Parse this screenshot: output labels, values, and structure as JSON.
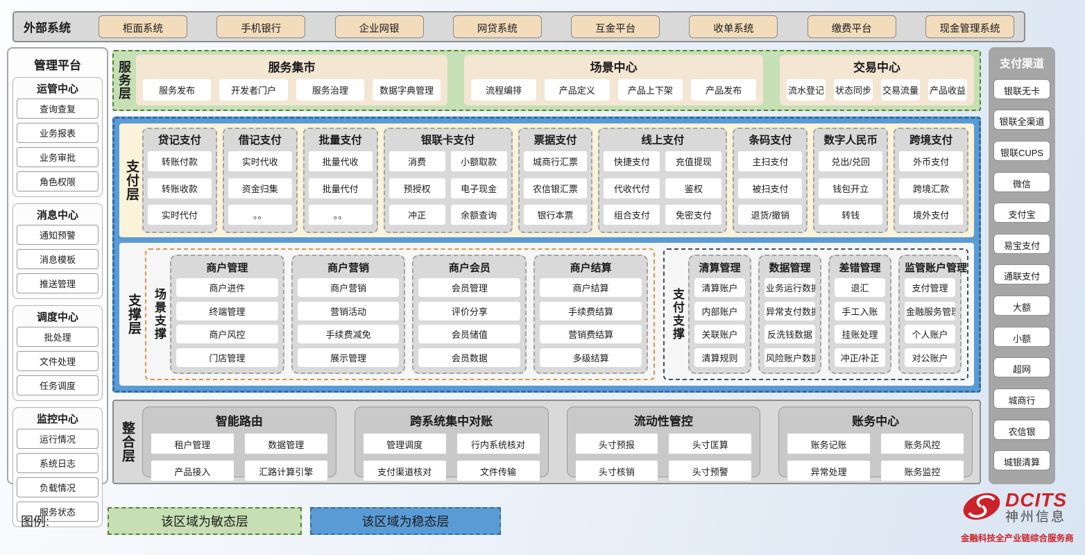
{
  "external": {
    "label": "外部系统",
    "systems": [
      "柜面系统",
      "手机银行",
      "企业网银",
      "网贷系统",
      "互金平台",
      "收单系统",
      "缴费平台",
      "现金管理系统"
    ]
  },
  "management": {
    "title": "管理平台",
    "sections": [
      {
        "title": "运管中心",
        "items": [
          "查询查复",
          "业务报表",
          "业务审批",
          "角色权限"
        ]
      },
      {
        "title": "消息中心",
        "items": [
          "通知预警",
          "消息模板",
          "推送管理"
        ]
      },
      {
        "title": "调度中心",
        "items": [
          "批处理",
          "文件处理",
          "任务调度"
        ]
      },
      {
        "title": "监控中心",
        "items": [
          "运行情况",
          "系统日志",
          "负载情况",
          "服务状态"
        ]
      }
    ]
  },
  "service_layer": {
    "label": "服务层",
    "panels": [
      {
        "title": "服务集市",
        "items": [
          "服务发布",
          "开发者门户",
          "服务治理",
          "数据字典管理"
        ]
      },
      {
        "title": "场景中心",
        "items": [
          "流程编排",
          "产品定义",
          "产品上下架",
          "产品发布"
        ]
      },
      {
        "title": "交易中心",
        "items": [
          "流水登记",
          "状态同步",
          "交易流量",
          "产品收益"
        ]
      }
    ]
  },
  "payment_layer": {
    "label": "支付层",
    "columns": [
      {
        "title": "贷记支付",
        "items": [
          "转账付款",
          "转账收款",
          "实时代付"
        ]
      },
      {
        "title": "借记支付",
        "items": [
          "实时代收",
          "资金归集",
          "。。"
        ]
      },
      {
        "title": "批量支付",
        "items": [
          "批量代收",
          "批量代付",
          "。。"
        ]
      },
      {
        "title": "银联卡支付",
        "cols": "2",
        "items": [
          "消费",
          "小额取款",
          "预授权",
          "电子现金",
          "冲正",
          "余额查询"
        ]
      },
      {
        "title": "票据支付",
        "items": [
          "城商行汇票",
          "农信银汇票",
          "银行本票"
        ]
      },
      {
        "title": "线上支付",
        "cols": "2",
        "items": [
          "快捷支付",
          "充值提现",
          "代收代付",
          "鉴权",
          "组合支付",
          "免密支付"
        ]
      },
      {
        "title": "条码支付",
        "items": [
          "主扫支付",
          "被扫支付",
          "退货/撤销"
        ]
      },
      {
        "title": "数字人民币",
        "items": [
          "兑出/兑回",
          "钱包开立",
          "转钱"
        ]
      },
      {
        "title": "跨境支付",
        "items": [
          "外币支付",
          "跨境汇款",
          "境外支付"
        ]
      }
    ]
  },
  "support_layer": {
    "label": "支撑层",
    "groups": [
      {
        "label": "场景支撑",
        "accent": "orange",
        "columns": [
          {
            "title": "商户管理",
            "items": [
              "商户进件",
              "终端管理",
              "商户风控",
              "门店管理"
            ]
          },
          {
            "title": "商户营销",
            "items": [
              "商户营销",
              "营销活动",
              "手续费减免",
              "展示管理"
            ]
          },
          {
            "title": "商户会员",
            "items": [
              "会员管理",
              "评价分享",
              "会员储值",
              "会员数据"
            ]
          },
          {
            "title": "商户结算",
            "items": [
              "商户结算",
              "手续费结算",
              "营销费结算",
              "多级结算"
            ]
          }
        ]
      },
      {
        "label": "支付支撑",
        "accent": "navy",
        "columns": [
          {
            "title": "清算管理",
            "items": [
              "清算账户",
              "内部账户",
              "关联账户",
              "清算规则"
            ]
          },
          {
            "title": "数据管理",
            "items": [
              "业务运行数据",
              "异常支付数据",
              "反洗钱数据",
              "风险账户数据"
            ]
          },
          {
            "title": "差错管理",
            "items": [
              "退汇",
              "手工入账",
              "挂账处理",
              "冲正/补正"
            ]
          },
          {
            "title": "监管账户管理",
            "items": [
              "支付管理",
              "金融服务管理",
              "个人账户",
              "对公账户"
            ]
          }
        ]
      }
    ]
  },
  "integration_layer": {
    "label": "整合层",
    "panels": [
      {
        "title": "智能路由",
        "items": [
          "租户管理",
          "数据管理",
          "产品接入",
          "汇路计算引擎"
        ]
      },
      {
        "title": "跨系统集中对账",
        "items": [
          "管理调度",
          "行内系统核对",
          "支付渠道核对",
          "文件传输"
        ]
      },
      {
        "title": "流动性管控",
        "items": [
          "头寸预报",
          "头寸匡算",
          "头寸核销",
          "头寸预警"
        ]
      },
      {
        "title": "账务中心",
        "items": [
          "账务记账",
          "账务风控",
          "异常处理",
          "账务监控"
        ]
      }
    ]
  },
  "channels": {
    "title": "支付渠道",
    "items": [
      "银联无卡",
      "银联全渠道",
      "银联CUPS",
      "微信",
      "支付宝",
      "易宝支付",
      "通联支付",
      "大额",
      "小额",
      "超网",
      "城商行",
      "农信银",
      "城银清算"
    ]
  },
  "legend": {
    "label": "图例:",
    "agile": "该区域为敏态层",
    "stable": "该区域为稳态层"
  },
  "logo": {
    "brand": "DCITS",
    "company": "神州信息",
    "tagline": "金融科技全产业链综合服务商"
  },
  "colors": {
    "agile_green": "#c6dfb4",
    "agile_green_border": "#538135",
    "stable_blue": "#5b9bd5",
    "stable_blue_border": "#2e6da4",
    "payment_cream": "#fbf3d9",
    "panel_gray": "#d9d9d9",
    "tan_button": "#f2dcbc",
    "scene_accent_orange": "#e0913f",
    "payment_accent_navy": "#3d4f66",
    "brand_red": "#cc2229"
  }
}
